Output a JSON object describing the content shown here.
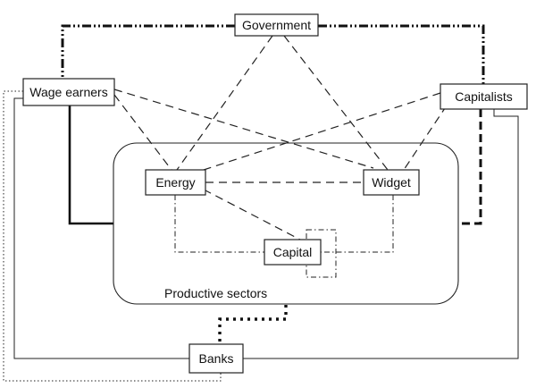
{
  "diagram": {
    "nodes": {
      "government": "Government",
      "wage_earners": "Wage earners",
      "capitalists": "Capitalists",
      "energy": "Energy",
      "widget": "Widget",
      "capital": "Capital",
      "banks": "Banks"
    },
    "region_label": "Productive sectors"
  }
}
